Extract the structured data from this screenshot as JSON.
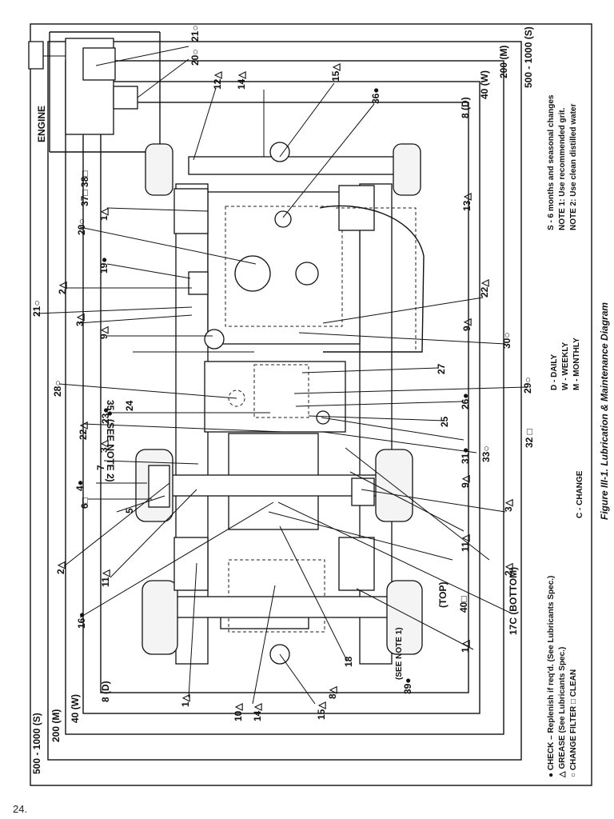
{
  "page_number": "24.",
  "figure_caption": "Figure III-1. Lubrication & Maintenance Diagram",
  "engine_label": "ENGINE",
  "intervals": [
    {
      "label": "500 - 1000 (S)"
    },
    {
      "label": "200 (M)"
    },
    {
      "label": "40 (W)"
    },
    {
      "label": "8 (D)"
    }
  ],
  "legend_symbols": [
    {
      "text": "● CHECK – Replenish if req'd. (See Lubricants Spec.)"
    },
    {
      "text": "△ GREASE (See Lubricants Spec.)"
    },
    {
      "text": "○ CHANGE FILTER    □ CLEAN"
    },
    {
      "text": "C - CHANGE"
    }
  ],
  "legend_frequency": [
    {
      "text": "D - DAILY"
    },
    {
      "text": "W - WEEKLY"
    },
    {
      "text": "M - MONTHLY"
    }
  ],
  "notes": [
    {
      "text": "S - 6 months and seasonal changes"
    },
    {
      "text": "NOTE 1: Use recommended grit."
    },
    {
      "text": "NOTE 2: Use clean distilled water"
    }
  ],
  "callouts": {
    "c1a": "1△",
    "c1b": "1△",
    "c1c": "1△",
    "c2a": "2△",
    "c2b": "2△",
    "c2c": "2△",
    "c3a": "3△",
    "c3b": "3△",
    "c3c": "3△",
    "c4": "4●",
    "c5": "5",
    "c6": "6□",
    "c7": "7",
    "c8": "8△",
    "c9a": "9△",
    "c9b": "9△",
    "c9c": "9△",
    "c10": "10△",
    "c11a": "11△",
    "c11b": "11△",
    "c12": "12△",
    "c13": "13△",
    "c14a": "14△",
    "c14b": "14△",
    "c15a": "15△",
    "c15b": "15△",
    "c16": "16●",
    "c17": "17C (BOTTOM)",
    "c18": "18",
    "c19": "19●",
    "c20a": "20○",
    "c20b": "20○",
    "c21a": "21○",
    "c21b": "21○",
    "c22a": "22△",
    "c22b": "22△",
    "c23": "23●",
    "c24": "24",
    "c25": "25",
    "c26": "26●",
    "c27": "27",
    "c28": "28○",
    "c29": "29○",
    "c30": "30○",
    "c31": "31●",
    "c32": "32 □",
    "c33": "33○",
    "c35": "35● (SEE NOTE 2)",
    "c36": "36●",
    "c37": "37□ 38□",
    "c39": "39●",
    "c40": "40□",
    "top": "(TOP)",
    "seenote1": "(SEE NOTE 1)"
  }
}
